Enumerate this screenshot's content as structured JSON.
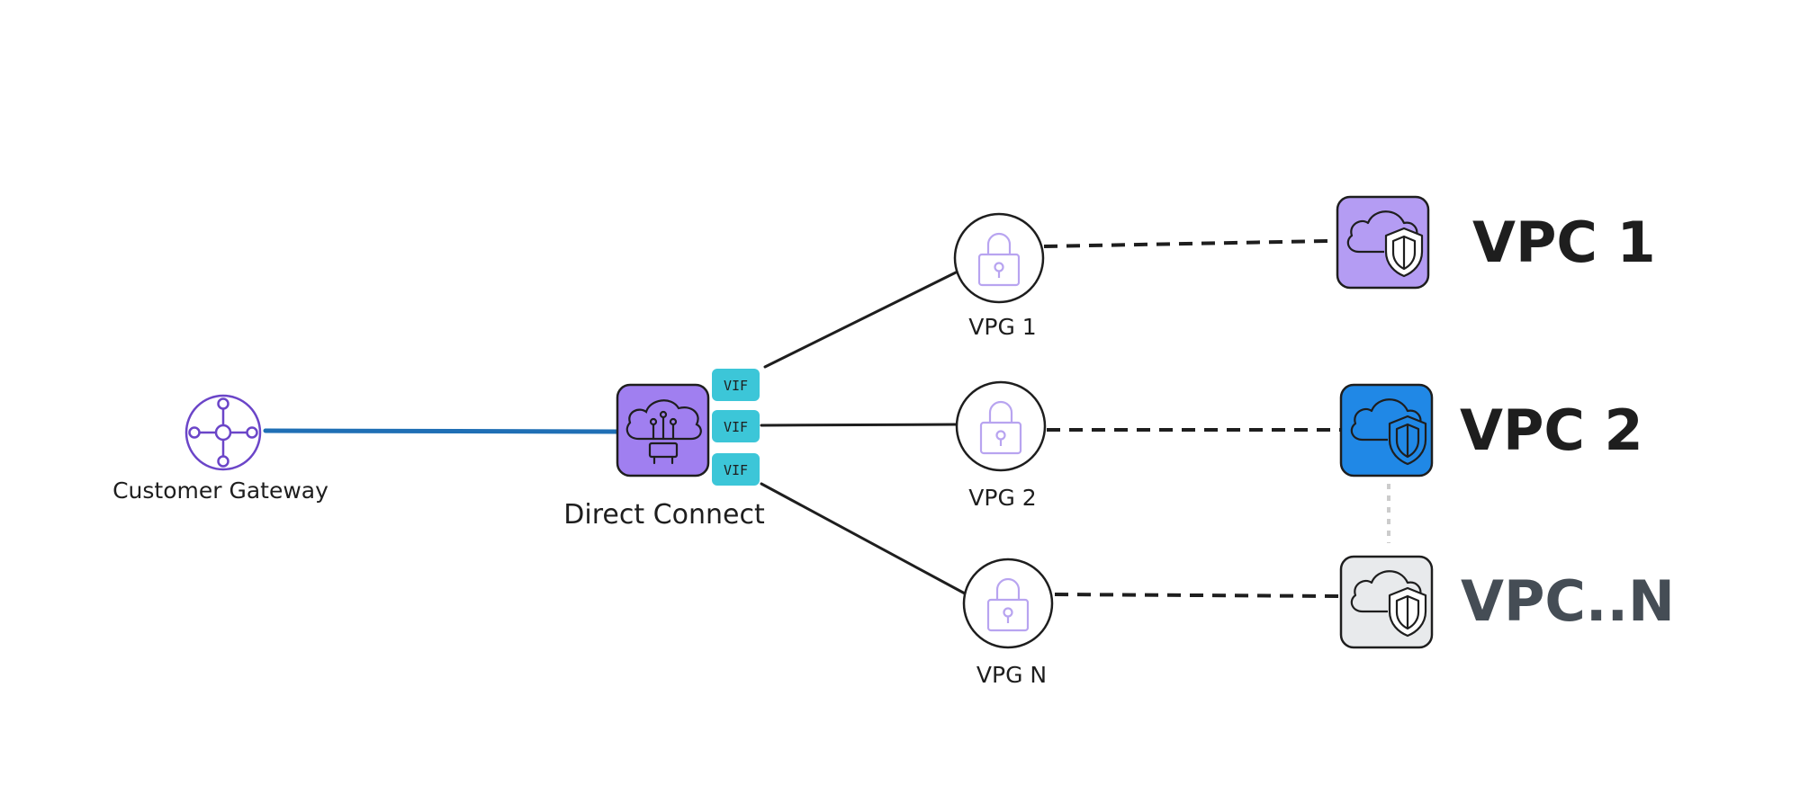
{
  "customer_gateway": {
    "label": "Customer Gateway"
  },
  "direct_connect": {
    "label": "Direct Connect",
    "color": "#a07ff0"
  },
  "vifs": [
    {
      "label": "VIF"
    },
    {
      "label": "VIF"
    },
    {
      "label": "VIF"
    }
  ],
  "vif_color": "#3cc6d8",
  "vpgs": [
    {
      "label": "VPG 1"
    },
    {
      "label": "VPG 2"
    },
    {
      "label": "VPG N"
    }
  ],
  "vpcs": [
    {
      "label": "VPC 1",
      "color": "#b49cf3",
      "text_color": "#1e1e1e"
    },
    {
      "label": "VPC 2",
      "color": "#2088e6",
      "text_color": "#1e1e1e"
    },
    {
      "label": "VPC..N",
      "color": "#e8eaec",
      "text_color": "#454d55"
    }
  ],
  "link_color": "#1f6fb5",
  "line_color": "#1e1e1e",
  "gateway_icon_color": "#6b45c8",
  "lock_icon_color": "#b8a4f0"
}
